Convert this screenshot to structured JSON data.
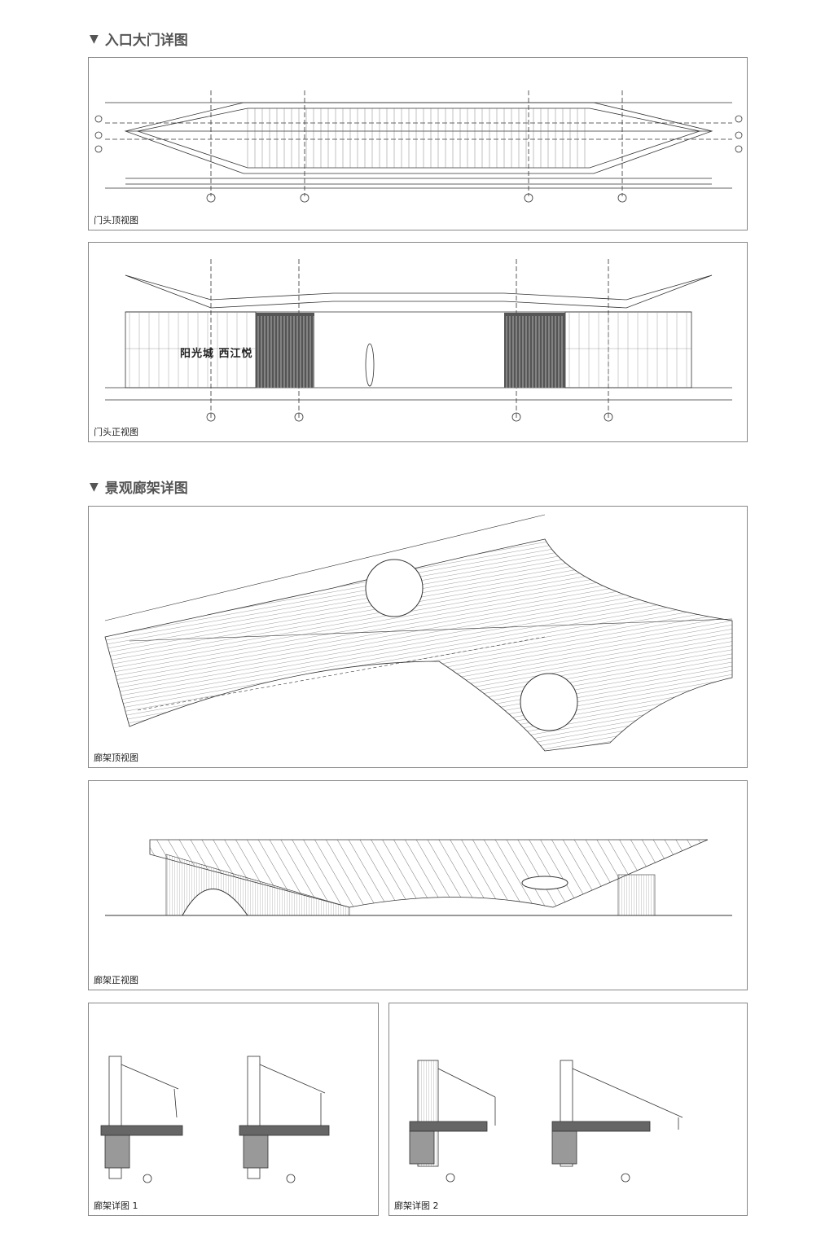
{
  "sections": [
    {
      "title": "入口大门详图",
      "icon": "triangle-down-icon"
    },
    {
      "title": "景观廊架详图",
      "icon": "triangle-down-icon"
    }
  ],
  "panels": {
    "gate_top": {
      "caption": "门头顶视图"
    },
    "gate_front": {
      "caption": "门头正视图",
      "sign_text": "阳光城  西江悦"
    },
    "pergola_top": {
      "caption": "廊架顶视图"
    },
    "pergola_front": {
      "caption": "廊架正视图"
    },
    "detail1": {
      "caption": "廊架详图 1"
    },
    "detail2": {
      "caption": "廊架详图 2"
    }
  }
}
